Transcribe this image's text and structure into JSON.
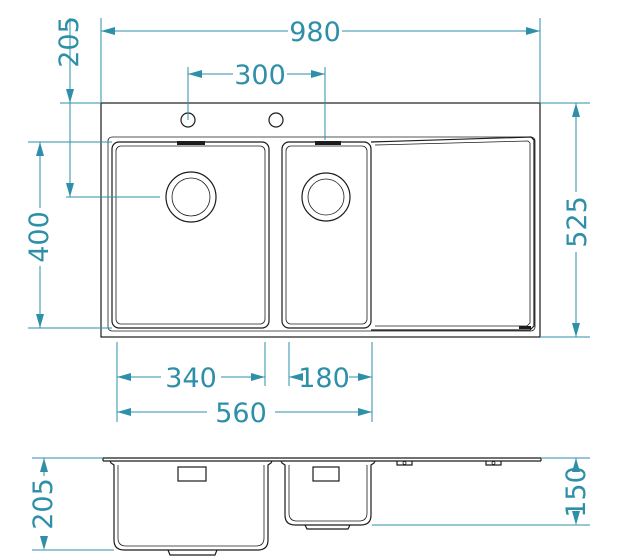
{
  "dimensions": {
    "overall_width": "980",
    "top_margin": "205",
    "tap_spacing": "300",
    "bowl_depth_plan": "400",
    "overall_depth": "525",
    "large_bowl_width": "340",
    "small_bowl_width": "180",
    "bowls_total_width": "560",
    "side_height": "205",
    "small_bowl_height": "150"
  },
  "colors": {
    "dimension": "#2e8fa8",
    "outline": "#1c1c1c"
  }
}
